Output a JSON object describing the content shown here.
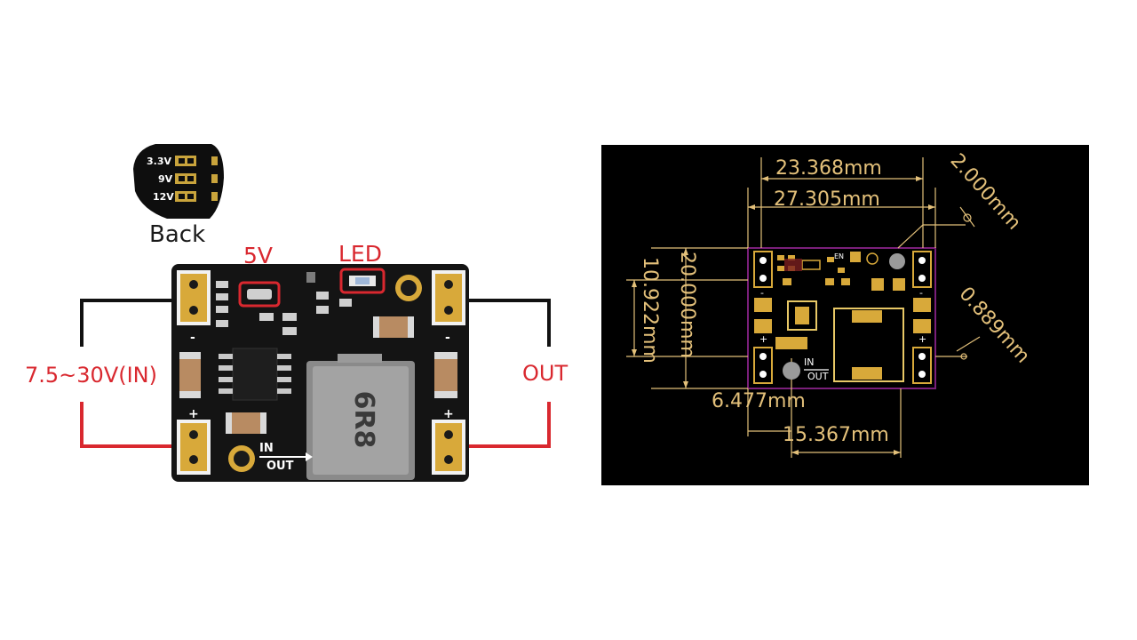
{
  "photo": {
    "back_label": "Back",
    "back_options": [
      "3.3V",
      "9V",
      "12V"
    ],
    "label_5v": "5V",
    "label_led": "LED",
    "label_input": "7.5~30V(IN)",
    "label_output": "OUT",
    "inductor_marking": "6R8",
    "silk_in": "IN",
    "silk_out": "OUT",
    "silk_plus": "+",
    "silk_minus": "-"
  },
  "pcb": {
    "dim_width_inner": "23.368mm",
    "dim_width_outer": "27.305mm",
    "dim_height_outer": "20.000mm",
    "dim_height_inner": "10.922mm",
    "dim_hole": "2.000mm",
    "dim_pad": "0.889mm",
    "dim_offset": "6.477mm",
    "dim_inductor": "15.367mm",
    "silk_in": "IN",
    "silk_out": "OUT",
    "silk_en": "EN",
    "silk_plus": "+",
    "silk_minus": "-"
  },
  "colors": {
    "accent_red": "#d9282f",
    "dimension": "#e3c07a",
    "board_outline": "#7a1f7a",
    "pad_gold": "#d8a93a",
    "board_black": "#141414"
  }
}
